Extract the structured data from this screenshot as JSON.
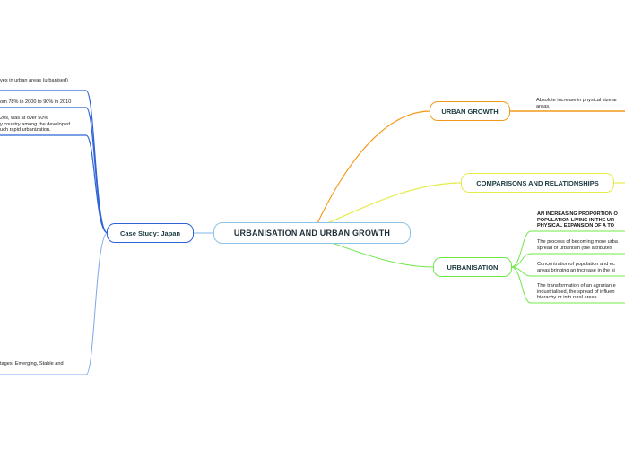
{
  "central": {
    "label": "URBANISATION AND URBAN GROWTH"
  },
  "branches": {
    "urban_growth": {
      "label": "URBAN GROWTH",
      "color": "#f39a1e",
      "leaves": [
        [
          "Absolute increase in physical size ar",
          "areas,"
        ]
      ]
    },
    "comparisons": {
      "label": "COMPARISONS AND RELATIONSHIPS",
      "color": "#e5ec4a"
    },
    "urbanisation": {
      "label": "URBANISATION",
      "color": "#6fe84a",
      "leaves": [
        [
          "AN INCREASING PROPORTION O",
          "POPULATION LIVING IN THE UR",
          "PHYSICAL EXPANSION OF A TO"
        ],
        [
          "The process of becoming more urba",
          "spread of urbanism (the attributes"
        ],
        [
          "Concentration of population and ec",
          "areas bringing an increase in the si"
        ],
        [
          "The transformation of an agrarian e",
          "industrialised, the spread of influen",
          "hierachy or into rural areas"
        ]
      ]
    },
    "japan": {
      "label": "Case Study: Japan",
      "color": "#2f63d6",
      "leaves": [
        [
          "ves in urban areas (urbanised)"
        ],
        [
          "om 78% in 2000 to 90% in 2010"
        ],
        [
          "20s, was at over 50%",
          "y country among the developed",
          "uch rapid urbanization."
        ],
        [
          "tages: Emerging, Stable and"
        ]
      ]
    }
  }
}
